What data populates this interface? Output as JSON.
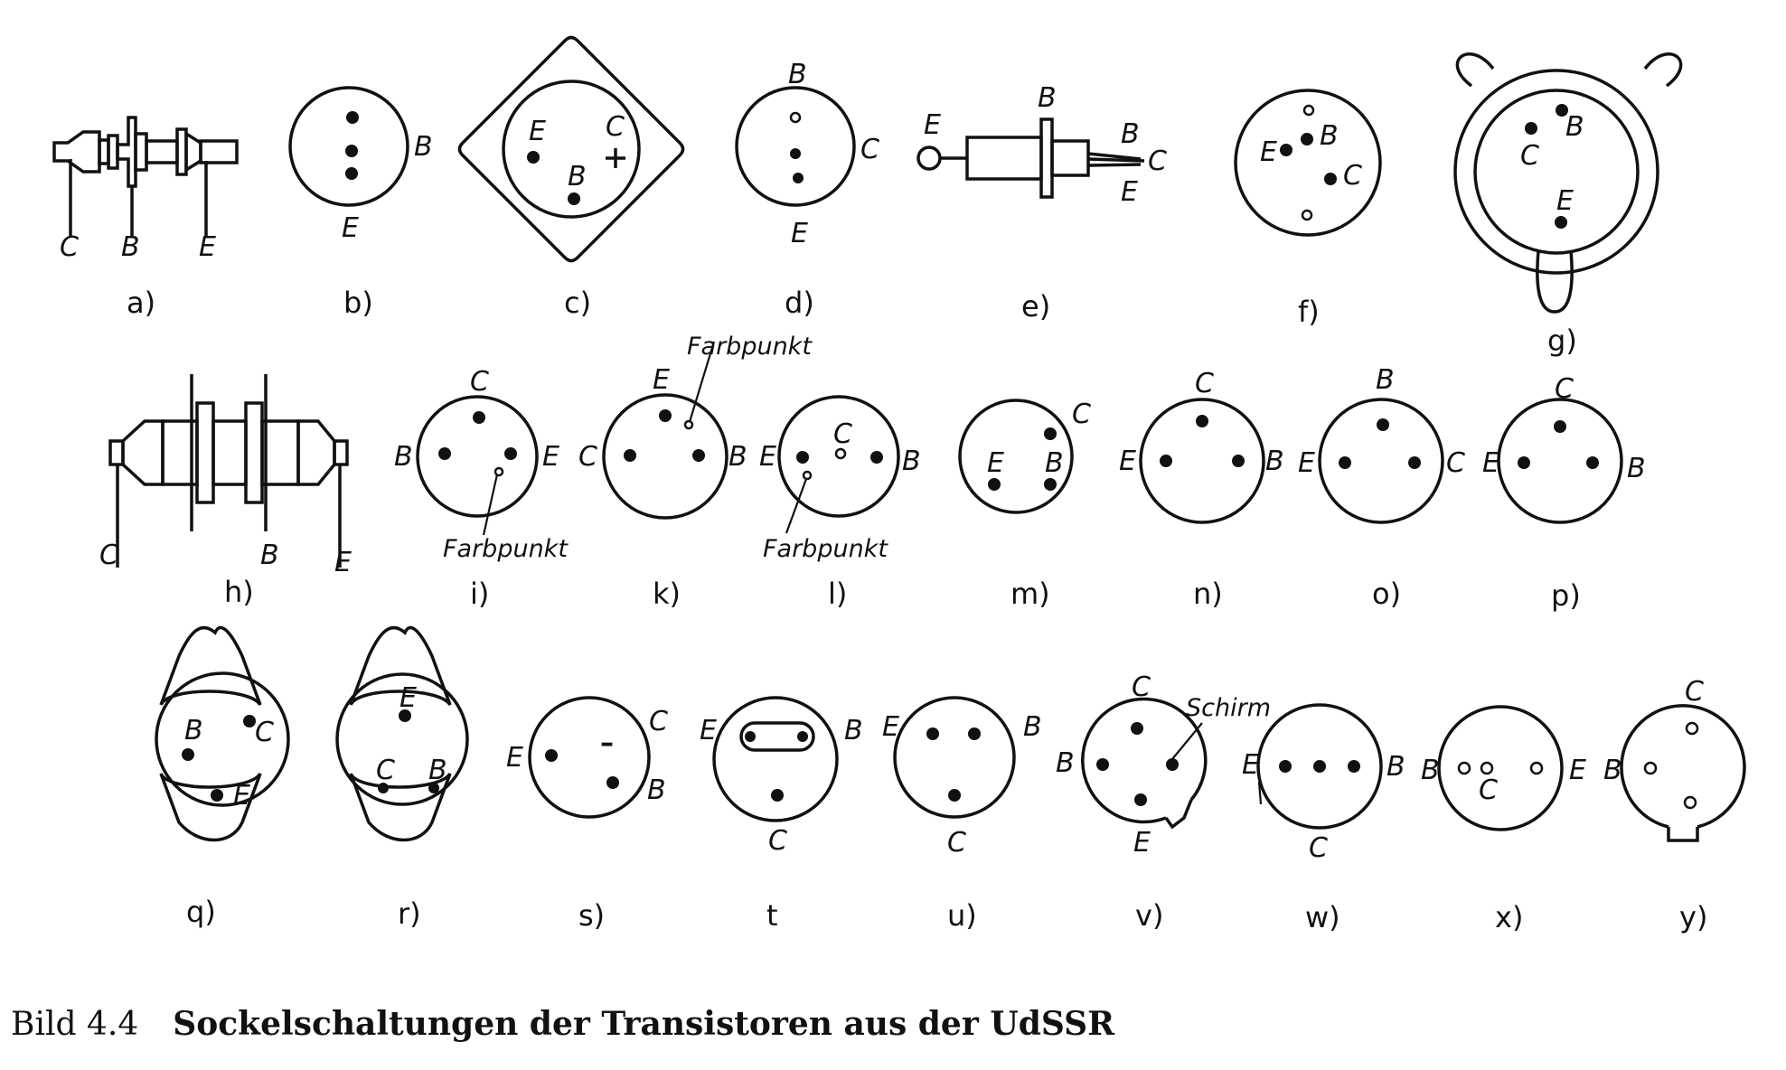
{
  "figure": {
    "caption_number": "Bild 4.4",
    "caption_title": "Sockelschaltungen der Transistoren aus der UdSSR"
  },
  "pins": {
    "emitter": "E",
    "base": "B",
    "collector": "C"
  },
  "notes": {
    "color_dot": "Farbpunkt",
    "shield": "Schirm",
    "plus_sign": "+",
    "minus_sign": "–"
  },
  "panels": [
    {
      "label": "a)"
    },
    {
      "label": "b)"
    },
    {
      "label": "c)"
    },
    {
      "label": "d)"
    },
    {
      "label": "e)"
    },
    {
      "label": "f)"
    },
    {
      "label": "g)"
    },
    {
      "label": "h)"
    },
    {
      "label": "i)"
    },
    {
      "label": "k)"
    },
    {
      "label": "l)"
    },
    {
      "label": "m)"
    },
    {
      "label": "n)"
    },
    {
      "label": "o)"
    },
    {
      "label": "p)"
    },
    {
      "label": "q)"
    },
    {
      "label": "r)"
    },
    {
      "label": "s)"
    },
    {
      "label": "t"
    },
    {
      "label": "u)"
    },
    {
      "label": "v)"
    },
    {
      "label": "w)"
    },
    {
      "label": "x)"
    },
    {
      "label": "y)"
    }
  ]
}
